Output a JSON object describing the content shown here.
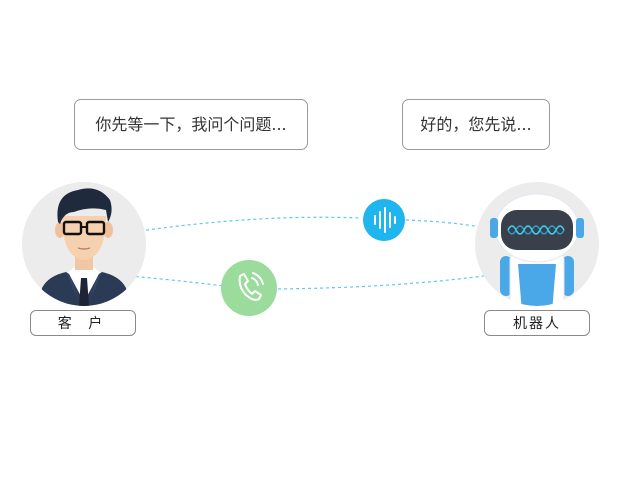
{
  "customer": {
    "speech": "你先等一下，我问个问题...",
    "name": "客 户"
  },
  "robot": {
    "speech": "好的，您先说...",
    "name": "机器人"
  },
  "icons": {
    "voice": "voice-wave-icon",
    "phone": "phone-call-icon"
  },
  "colors": {
    "connector": "#5cc8f0",
    "voice_badge": "#1fb5ee",
    "phone_badge": "#9bdc9c",
    "avatar_bg": "#ececec",
    "robot_body": "#4aa8e8",
    "robot_visor": "#3a3f4c",
    "wave": "#3fd0f5"
  }
}
